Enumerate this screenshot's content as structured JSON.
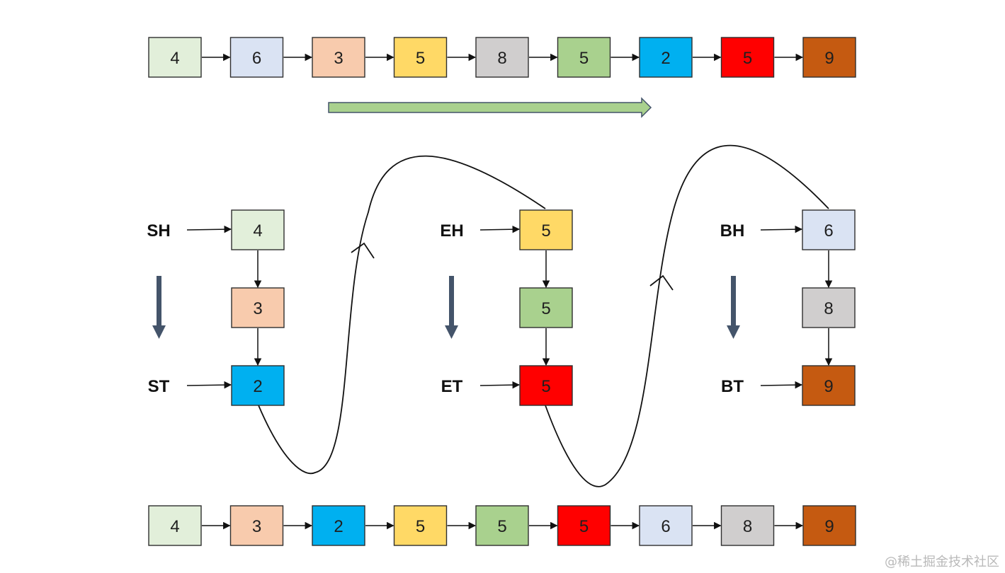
{
  "rows": {
    "top": {
      "values": [
        "4",
        "6",
        "3",
        "5",
        "8",
        "5",
        "2",
        "5",
        "9"
      ],
      "colors": [
        "#e2efda",
        "#dae3f3",
        "#f8cbad",
        "#ffd966",
        "#d0cece",
        "#a9d18e",
        "#00b0f0",
        "#ff0000",
        "#c55a11"
      ]
    },
    "bottom": {
      "values": [
        "4",
        "3",
        "2",
        "5",
        "5",
        "5",
        "6",
        "8",
        "9"
      ],
      "colors": [
        "#e2efda",
        "#f8cbad",
        "#00b0f0",
        "#ffd966",
        "#a9d18e",
        "#ff0000",
        "#dae3f3",
        "#d0cece",
        "#c55a11"
      ]
    }
  },
  "partitions": [
    {
      "head_label": "SH",
      "tail_label": "ST",
      "values": [
        "4",
        "3",
        "2"
      ],
      "colors": [
        "#e2efda",
        "#f8cbad",
        "#00b0f0"
      ]
    },
    {
      "head_label": "EH",
      "tail_label": "ET",
      "values": [
        "5",
        "5",
        "5"
      ],
      "colors": [
        "#ffd966",
        "#a9d18e",
        "#ff0000"
      ]
    },
    {
      "head_label": "BH",
      "tail_label": "BT",
      "values": [
        "6",
        "8",
        "9"
      ],
      "colors": [
        "#dae3f3",
        "#d0cece",
        "#c55a11"
      ]
    }
  ],
  "colors": {
    "traverse_arrow_fill": "#a9d18e",
    "traverse_arrow_stroke": "#44546a",
    "down_arrow": "#44546a",
    "line": "#111111"
  },
  "watermark": "@稀土掘金技术社区"
}
